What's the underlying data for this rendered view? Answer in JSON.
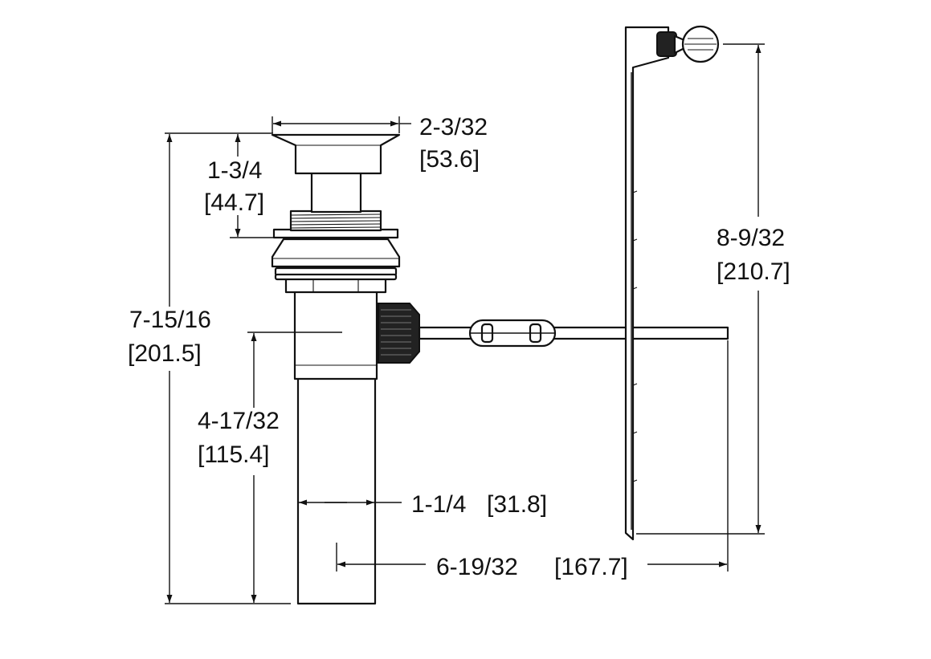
{
  "dimensions": {
    "flange_width": {
      "imperial": "2-3/32",
      "metric": "[53.6]"
    },
    "flange_height": {
      "imperial": "1-3/4",
      "metric": "[44.7]"
    },
    "overall_height": {
      "imperial": "7-15/16",
      "metric": "[201.5]"
    },
    "tailpiece_length": {
      "imperial": "4-17/32",
      "metric": "[115.4]"
    },
    "tailpiece_diameter": {
      "imperial": "1-1/4",
      "metric": "[31.8]"
    },
    "pivot_rod_reach": {
      "imperial": "6-19/32",
      "metric": "[167.7]"
    },
    "lift_rod_height": {
      "imperial": "8-9/32",
      "metric": "[210.7]"
    }
  }
}
